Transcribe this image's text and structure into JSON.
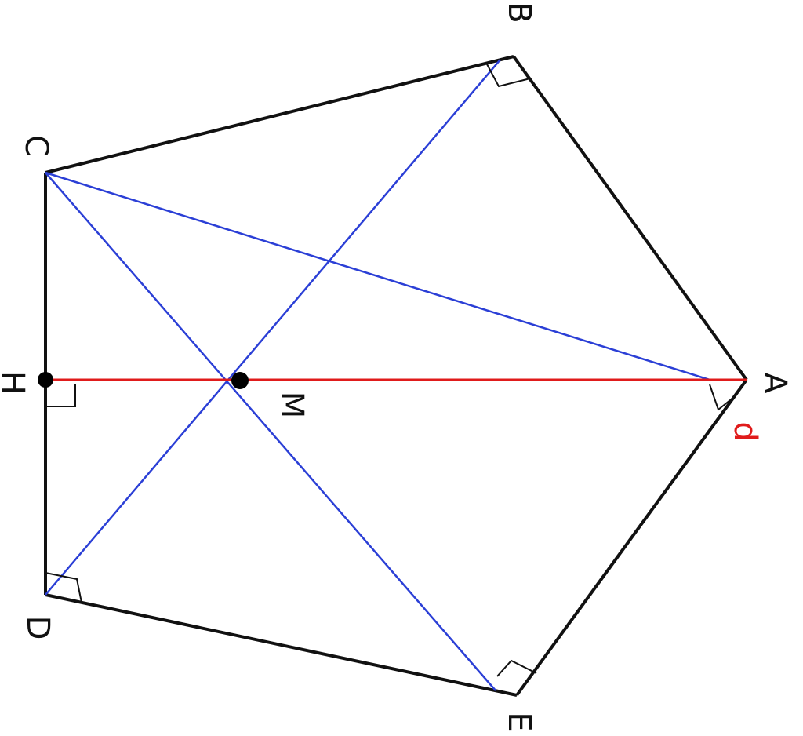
{
  "diagram": {
    "colors": {
      "outline": "#111111",
      "diagonal": "#2b3fd6",
      "axis": "#e01b1b",
      "point": "#000000"
    },
    "labels": {
      "A": "A",
      "B": "B",
      "C": "C",
      "D": "D",
      "E": "E",
      "H": "H",
      "M": "M",
      "d": "d"
    }
  }
}
